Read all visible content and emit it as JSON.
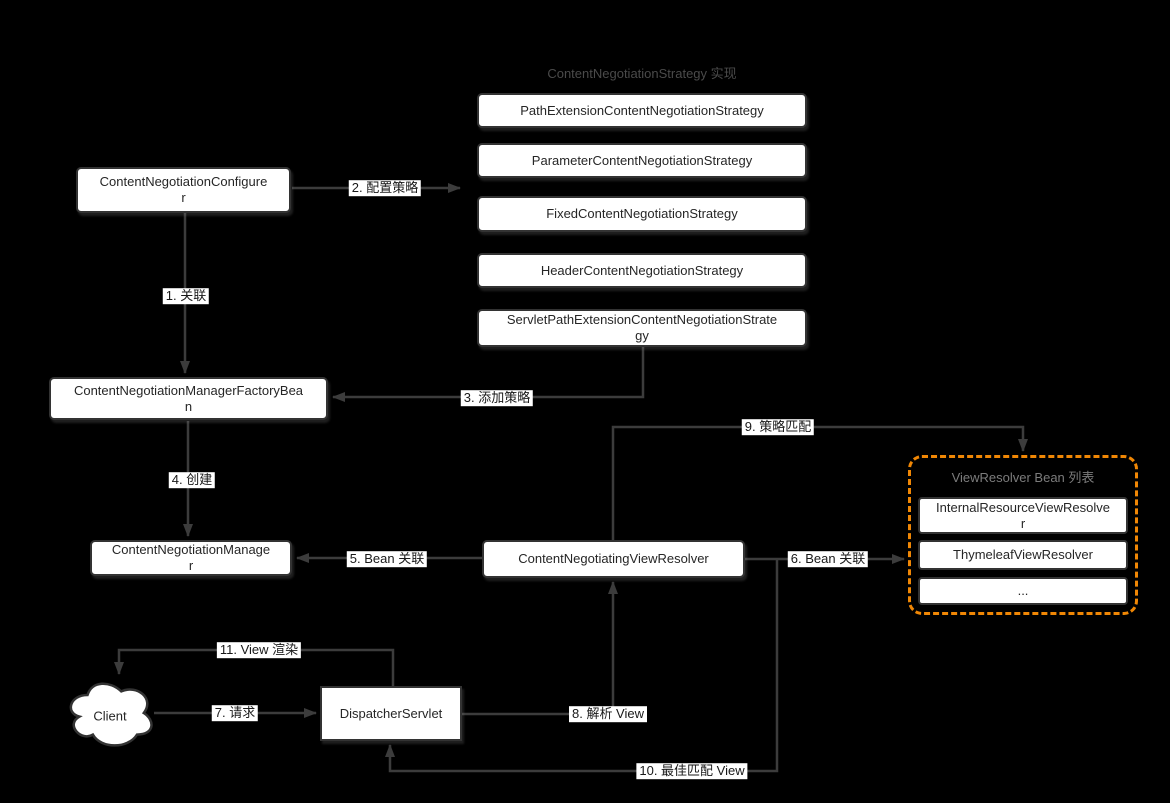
{
  "diagram": {
    "background_color": "#000000",
    "node_fill": "#ffffff",
    "node_border_color": "#333333",
    "connector_color": "#3c3c3c",
    "group_border_color": "#f08705",
    "group_title_color": "#7c7c7c"
  },
  "groups": {
    "strategy_group_title": "ContentNegotiationStrategy 实现",
    "viewresolver_group_title": "ViewResolver Bean 列表"
  },
  "nodes": {
    "configurer": "ContentNegotiationConfigure\nr",
    "strategy_path": "PathExtensionContentNegotiationStrategy",
    "strategy_parameter": "ParameterContentNegotiationStrategy",
    "strategy_fixed": "FixedContentNegotiationStrategy",
    "strategy_header": "HeaderContentNegotiationStrategy",
    "strategy_servlet_path": "ServletPathExtensionContentNegotiationStrate\ngy",
    "manager_factory_bean": "ContentNegotiationManagerFactoryBea\nn",
    "manager": "ContentNegotiationManage\nr",
    "negotiating_view_resolver": "ContentNegotiatingViewResolver",
    "internal_resource_view_resolver": "InternalResourceViewResolve\nr",
    "thymeleaf_view_resolver": "ThymeleafViewResolver",
    "more_resolvers": "...",
    "dispatcher_servlet": "DispatcherServlet",
    "client": "Client"
  },
  "edges": {
    "e1": "1. 关联",
    "e2": "2. 配置策略",
    "e3": "3. 添加策略",
    "e4": "4. 创建",
    "e5": "5. Bean 关联",
    "e6": "6. Bean 关联",
    "e7": "7. 请求",
    "e8": "8. 解析 View",
    "e9": "9. 策略匹配",
    "e10": "10. 最佳匹配 View",
    "e11": "11. View 渲染"
  }
}
